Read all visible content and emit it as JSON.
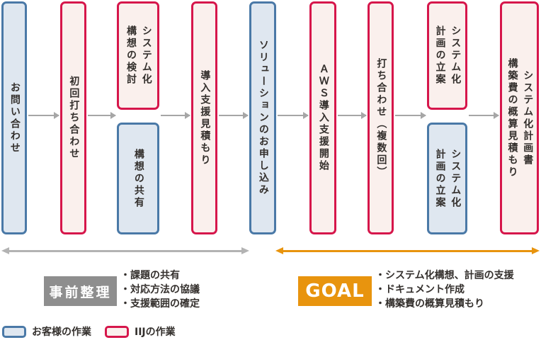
{
  "colors": {
    "customer_border": "#4a79a7",
    "customer_fill": "#dfe7f0",
    "iij_border": "#d6164b",
    "iij_fill": "#faf0ed",
    "arrow_gray": "#a6a6a6",
    "range_gray": "#b3b3b3",
    "orange": "#e8940e",
    "phase_gray": "#8e8e8e",
    "text_dark": "#332f2c"
  },
  "flow": {
    "boxes": [
      {
        "name": "inquiry",
        "owner": "customer",
        "lines": [
          "お問い合わせ"
        ]
      },
      {
        "name": "first-meeting",
        "owner": "iij",
        "lines": [
          "初回打ち合わせ"
        ]
      },
      {
        "name": "concept-study",
        "owner": "iij",
        "lines": [
          "システム化",
          "構想の検討"
        ]
      },
      {
        "name": "concept-share",
        "owner": "customer",
        "lines": [
          "構想の共有"
        ]
      },
      {
        "name": "support-estimate",
        "owner": "iij",
        "lines": [
          "導入支援見積もり"
        ]
      },
      {
        "name": "solution-apply",
        "owner": "customer",
        "lines": [
          "ソリューションのお申し込み"
        ]
      },
      {
        "name": "aws-support-start",
        "owner": "iij",
        "lines": [
          "ＡＷＳ導入支援開始"
        ]
      },
      {
        "name": "meetings-multiple",
        "owner": "iij",
        "lines": [
          "打ち合わせ（複数回）"
        ]
      },
      {
        "name": "plan-draft-iij",
        "owner": "iij",
        "lines": [
          "システム化",
          "計画の立案"
        ]
      },
      {
        "name": "plan-draft-customer",
        "owner": "customer",
        "lines": [
          "システム化",
          "計画の立案"
        ]
      },
      {
        "name": "deliverables",
        "owner": "iij",
        "lines": [
          "システム化計画書",
          "構築費の概算見積もり"
        ]
      }
    ]
  },
  "phases": {
    "pre": {
      "label": "事前整理",
      "bullets": [
        "・課題の共有",
        "・対応方法の協議",
        "・支援範囲の確定"
      ]
    },
    "goal": {
      "label": "GOAL",
      "bullets": [
        "・システム化構想、計画の支援",
        "・ドキュメント作成",
        "・構築費の概算見積もり"
      ]
    }
  },
  "legend": {
    "customer": "お客様の作業",
    "iij": "IIJの作業"
  }
}
